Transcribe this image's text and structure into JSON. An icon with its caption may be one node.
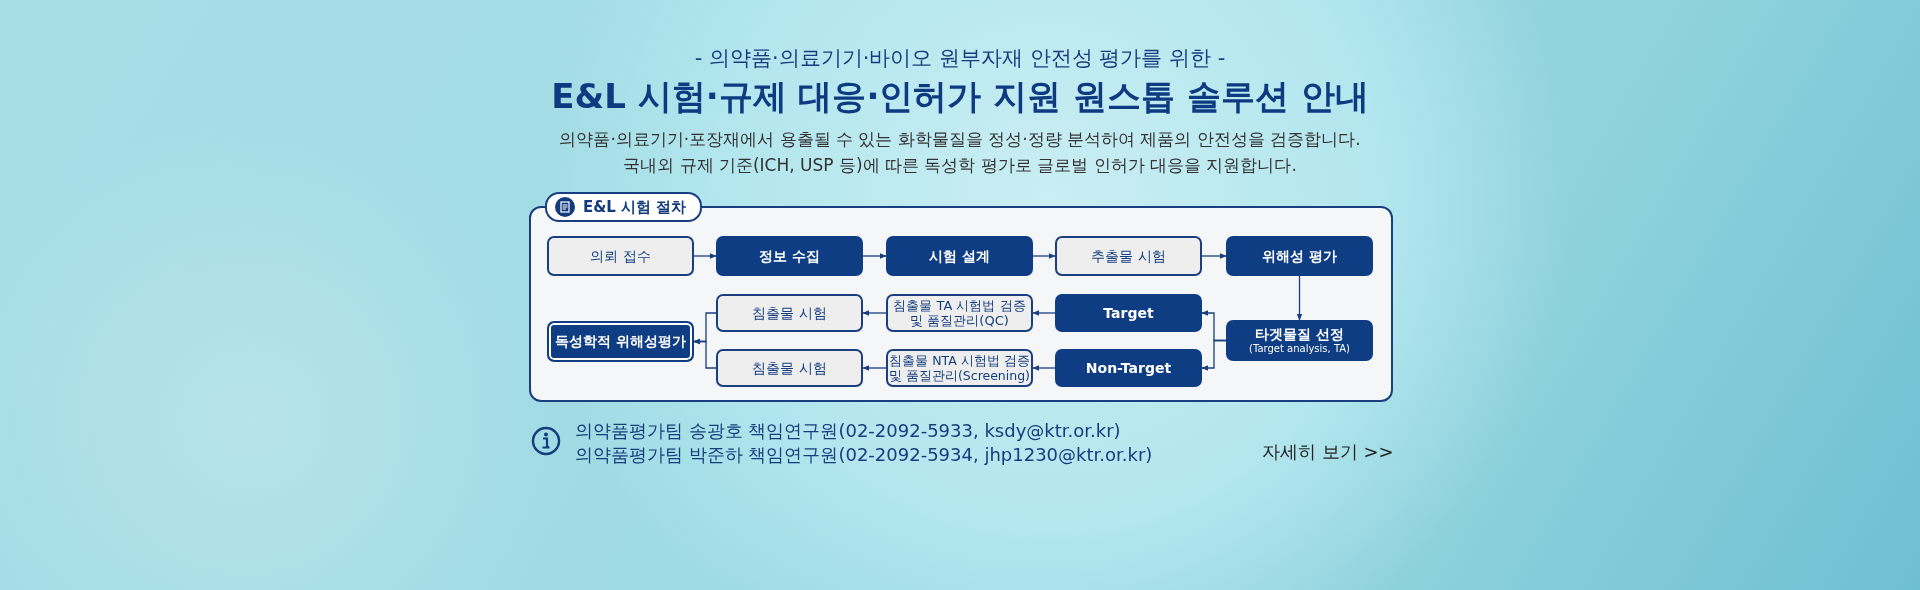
{
  "diagram": {
    "title": "E&L 시험·규제 대응·인허가 지원 원스톱 솔루션 안내",
    "nodes": [
      {
        "text": [
          "E&L 시험 절차"
        ]
      },
      {
        "text": [
          "의뢰 접수"
        ],
        "in": 0
      },
      {
        "text": [
          "정보 수집"
        ],
        "in": 0
      },
      {
        "text": [
          "시험 설계"
        ],
        "in": 0
      },
      {
        "text": [
          "추출물 시험"
        ],
        "in": 0
      },
      {
        "text": [
          "위해성 평가"
        ],
        "in": 0
      },
      {
        "text": [
          "침출물 시험"
        ],
        "in": 0
      },
      {
        "text": [
          "침출물 TA 시험법 검증 및 품질관리(QC)"
        ],
        "in": 0
      },
      {
        "text": [
          "Target"
        ],
        "in": 0
      },
      {
        "text": [
          "독성학적 위해성평가"
        ],
        "in": 0
      },
      {
        "text": [
          "타겟물질 선정",
          "(Target analysis, TA)"
        ],
        "in": 0
      },
      {
        "text": [
          "침출물 시험"
        ],
        "in": 0
      },
      {
        "text": [
          "침출물 NTA 시험법 검증 및 품질관리(Screening)"
        ],
        "in": 0
      },
      {
        "text": [
          "Non-Target"
        ],
        "in": 0
      }
    ],
    "edges": [
      {
        "from": 1,
        "to": 2,
        "arrow": "to"
      },
      {
        "from": 2,
        "to": 3,
        "arrow": "to"
      },
      {
        "from": 3,
        "to": 4,
        "arrow": "to"
      },
      {
        "from": 4,
        "to": 5,
        "arrow": "to"
      },
      {
        "from": 5,
        "to": 10,
        "arrow": "to"
      },
      {
        "from": 10,
        "to": 8,
        "arrow": "to"
      },
      {
        "from": 10,
        "to": 13,
        "arrow": "to"
      },
      {
        "from": 8,
        "to": 7,
        "arrow": "to"
      },
      {
        "from": 7,
        "to": 6,
        "arrow": "to"
      },
      {
        "from": 6,
        "to": 9,
        "arrow": "to"
      },
      {
        "from": 13,
        "to": 12,
        "arrow": "to"
      },
      {
        "from": 12,
        "to": 11,
        "arrow": "to"
      },
      {
        "from": 11,
        "to": 9,
        "arrow": "to"
      }
    ],
    "labels": [
      "- 의약품·의료기기·바이오 원부자재 안전성 평가를 위한 -",
      "의약품·의료기기·포장재에서 용출될 수 있는 화학물질을 정성·정량 분석하여 제품의 안전성을 검증합니다.",
      "국내외 규제 기준(ICH, USP 등)에 따른 독성학 평가로 글로벌 인허가 대응을 지원합니다.",
      "의약품평가팀 송광호 책임연구원(02-2092-5933, ksdy@ktr.or.kr)",
      "의약품평가팀 박준하 책임연구원(02-2092-5934, jhp1230@ktr.or.kr)",
      "자세히 보기 >>"
    ]
  }
}
